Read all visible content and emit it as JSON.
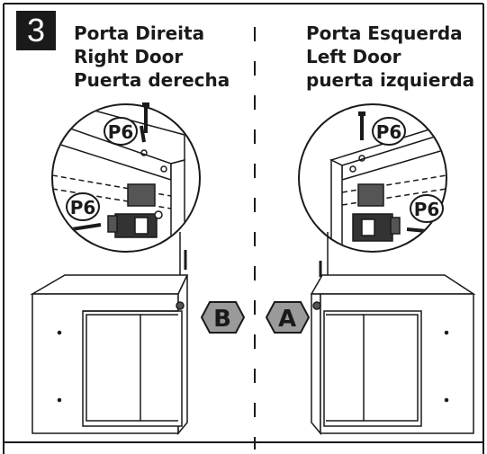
{
  "step": {
    "number": "3"
  },
  "right_door": {
    "line_pt": "Porta Direita",
    "line_en": "Right Door",
    "line_es": "Puerta derecha",
    "part_label": "B"
  },
  "left_door": {
    "line_pt": "Porta Esquerda",
    "line_en": "Left Door",
    "line_es": "puerta izquierda",
    "part_label": "A"
  },
  "screw_label": "P6",
  "colors": {
    "ink": "#1a1a1a",
    "badge": "#9a9a9a",
    "paper": "#ffffff"
  }
}
